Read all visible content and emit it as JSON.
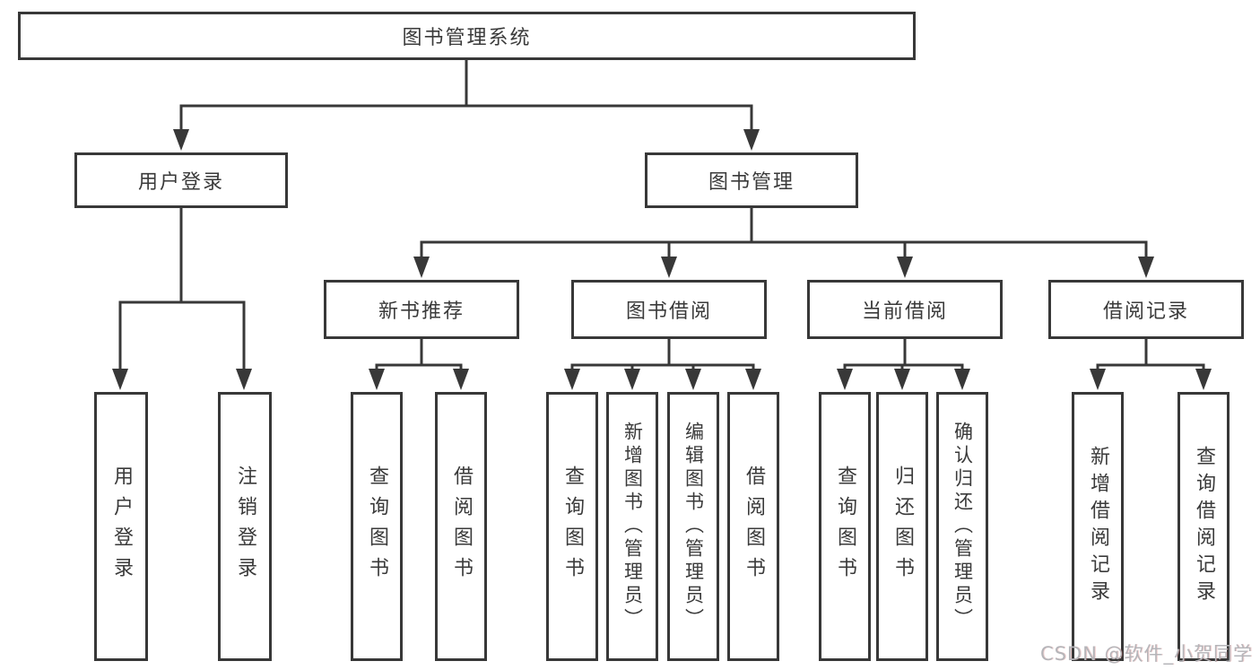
{
  "nodes": {
    "root": {
      "label": "图书管理系统"
    },
    "level2": [
      {
        "label": "用户登录"
      },
      {
        "label": "图书管理"
      }
    ],
    "level3": [
      {
        "label": "新书推荐"
      },
      {
        "label": "图书借阅"
      },
      {
        "label": "当前借阅"
      },
      {
        "label": "借阅记录"
      }
    ],
    "leaves_user_login": [
      {
        "label": "用户登录"
      },
      {
        "label": "注销登录"
      }
    ],
    "leaves_new_book": [
      {
        "label": "查询图书"
      },
      {
        "label": "借阅图书"
      }
    ],
    "leaves_book_borrow": [
      {
        "label": "查询图书"
      },
      {
        "label": "新增图书（管理员）"
      },
      {
        "label": "编辑图书（管理员）"
      },
      {
        "label": "借阅图书"
      }
    ],
    "leaves_current_borrow": [
      {
        "label": "查询图书"
      },
      {
        "label": "归还图书"
      },
      {
        "label": "确认归还（管理员）"
      }
    ],
    "leaves_borrow_record": [
      {
        "label": "新增借阅记录"
      },
      {
        "label": "查询借阅记录"
      }
    ]
  },
  "watermark": "CSDN @软件_小贺同学",
  "colors": {
    "line": "#383838",
    "text": "#3a3a3a",
    "background": "#ffffff",
    "watermark": "#b5b5b9"
  }
}
